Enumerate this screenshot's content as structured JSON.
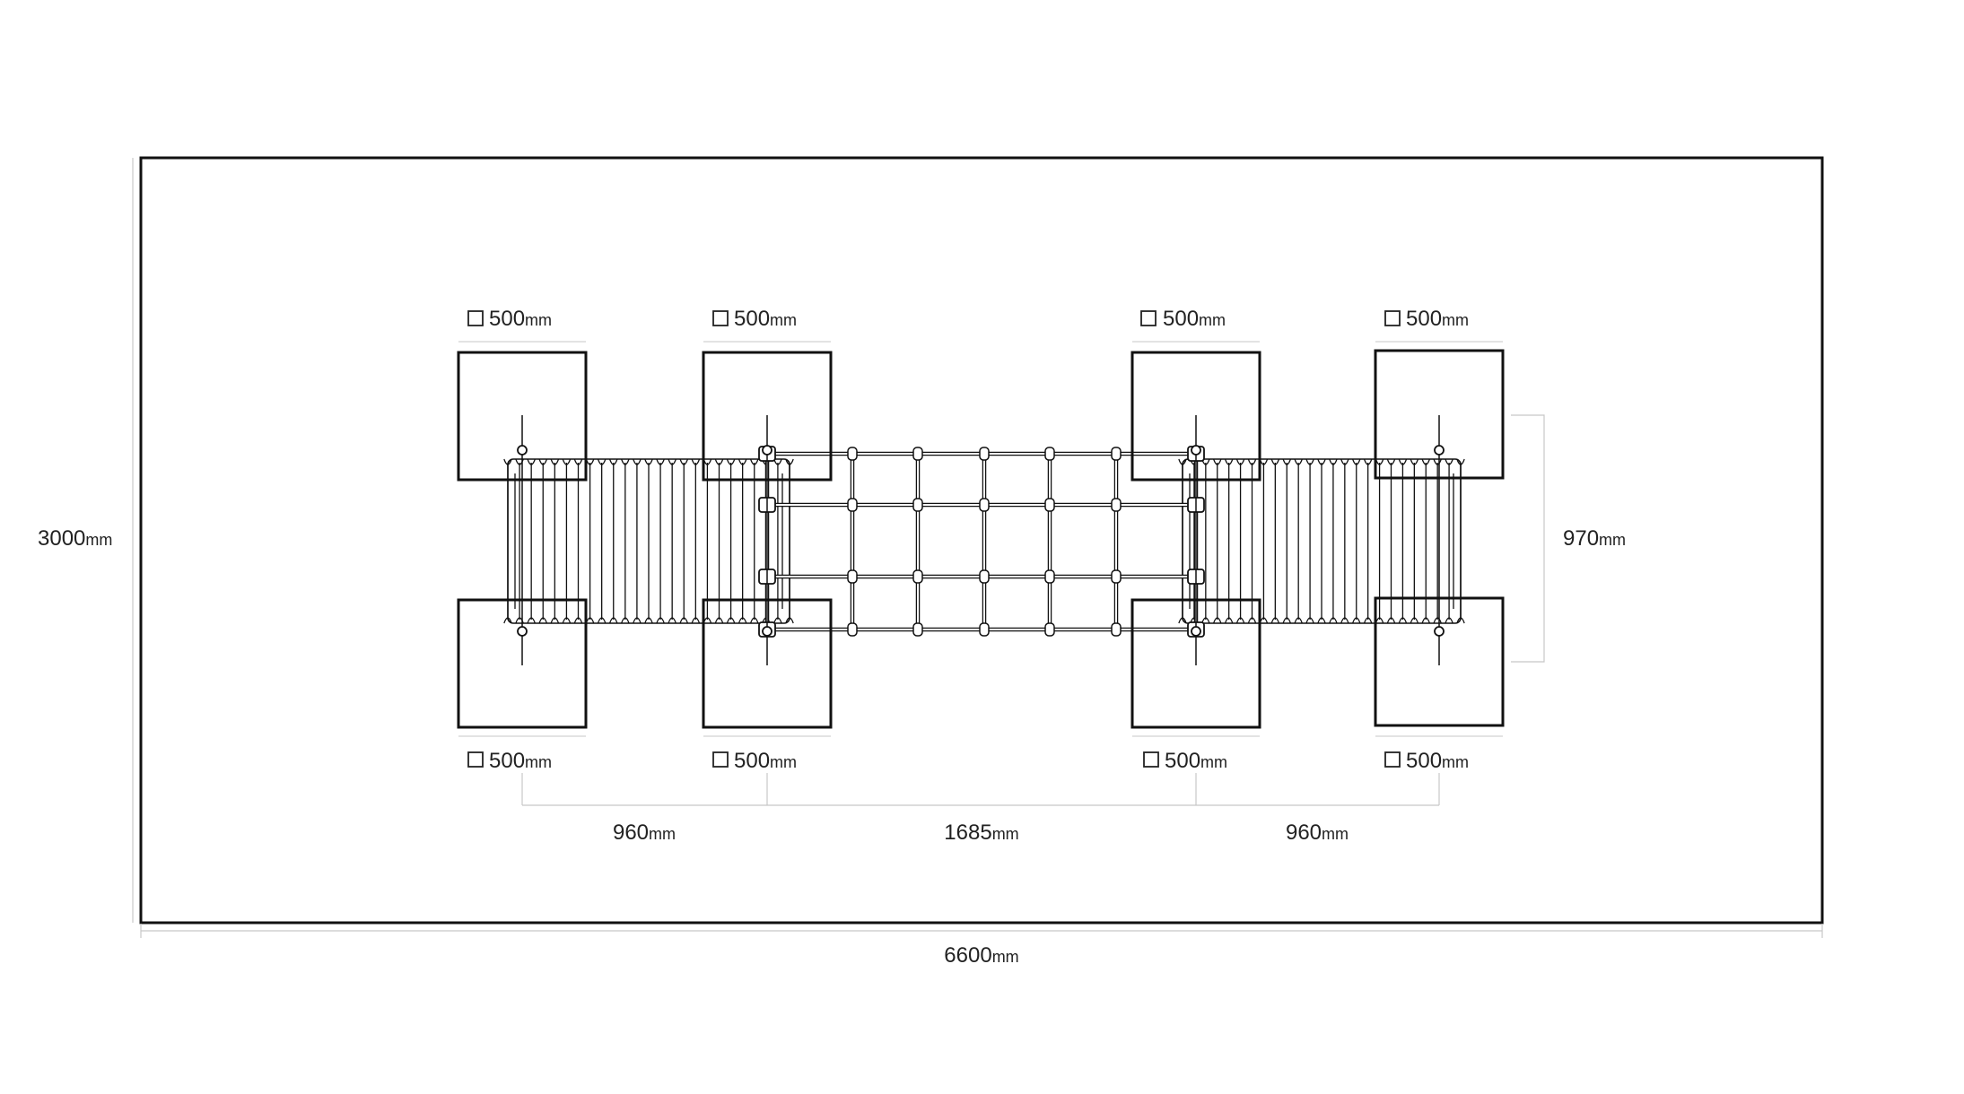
{
  "colors": {
    "background": "#ffffff",
    "stroke": "#111111",
    "dim_line": "#c8c8c8",
    "text": "#222222"
  },
  "unit": "mm",
  "dimensions": {
    "overall_width": "6600",
    "overall_height": "3000",
    "span_left": "960",
    "span_center": "1685",
    "span_right": "960",
    "footing_gap": "970"
  },
  "footings": {
    "top_labels": [
      "500",
      "500",
      "500",
      "500"
    ],
    "bottom_labels": [
      "500",
      "500",
      "500",
      "500"
    ]
  },
  "icons": {
    "footing_size": "square-icon"
  }
}
